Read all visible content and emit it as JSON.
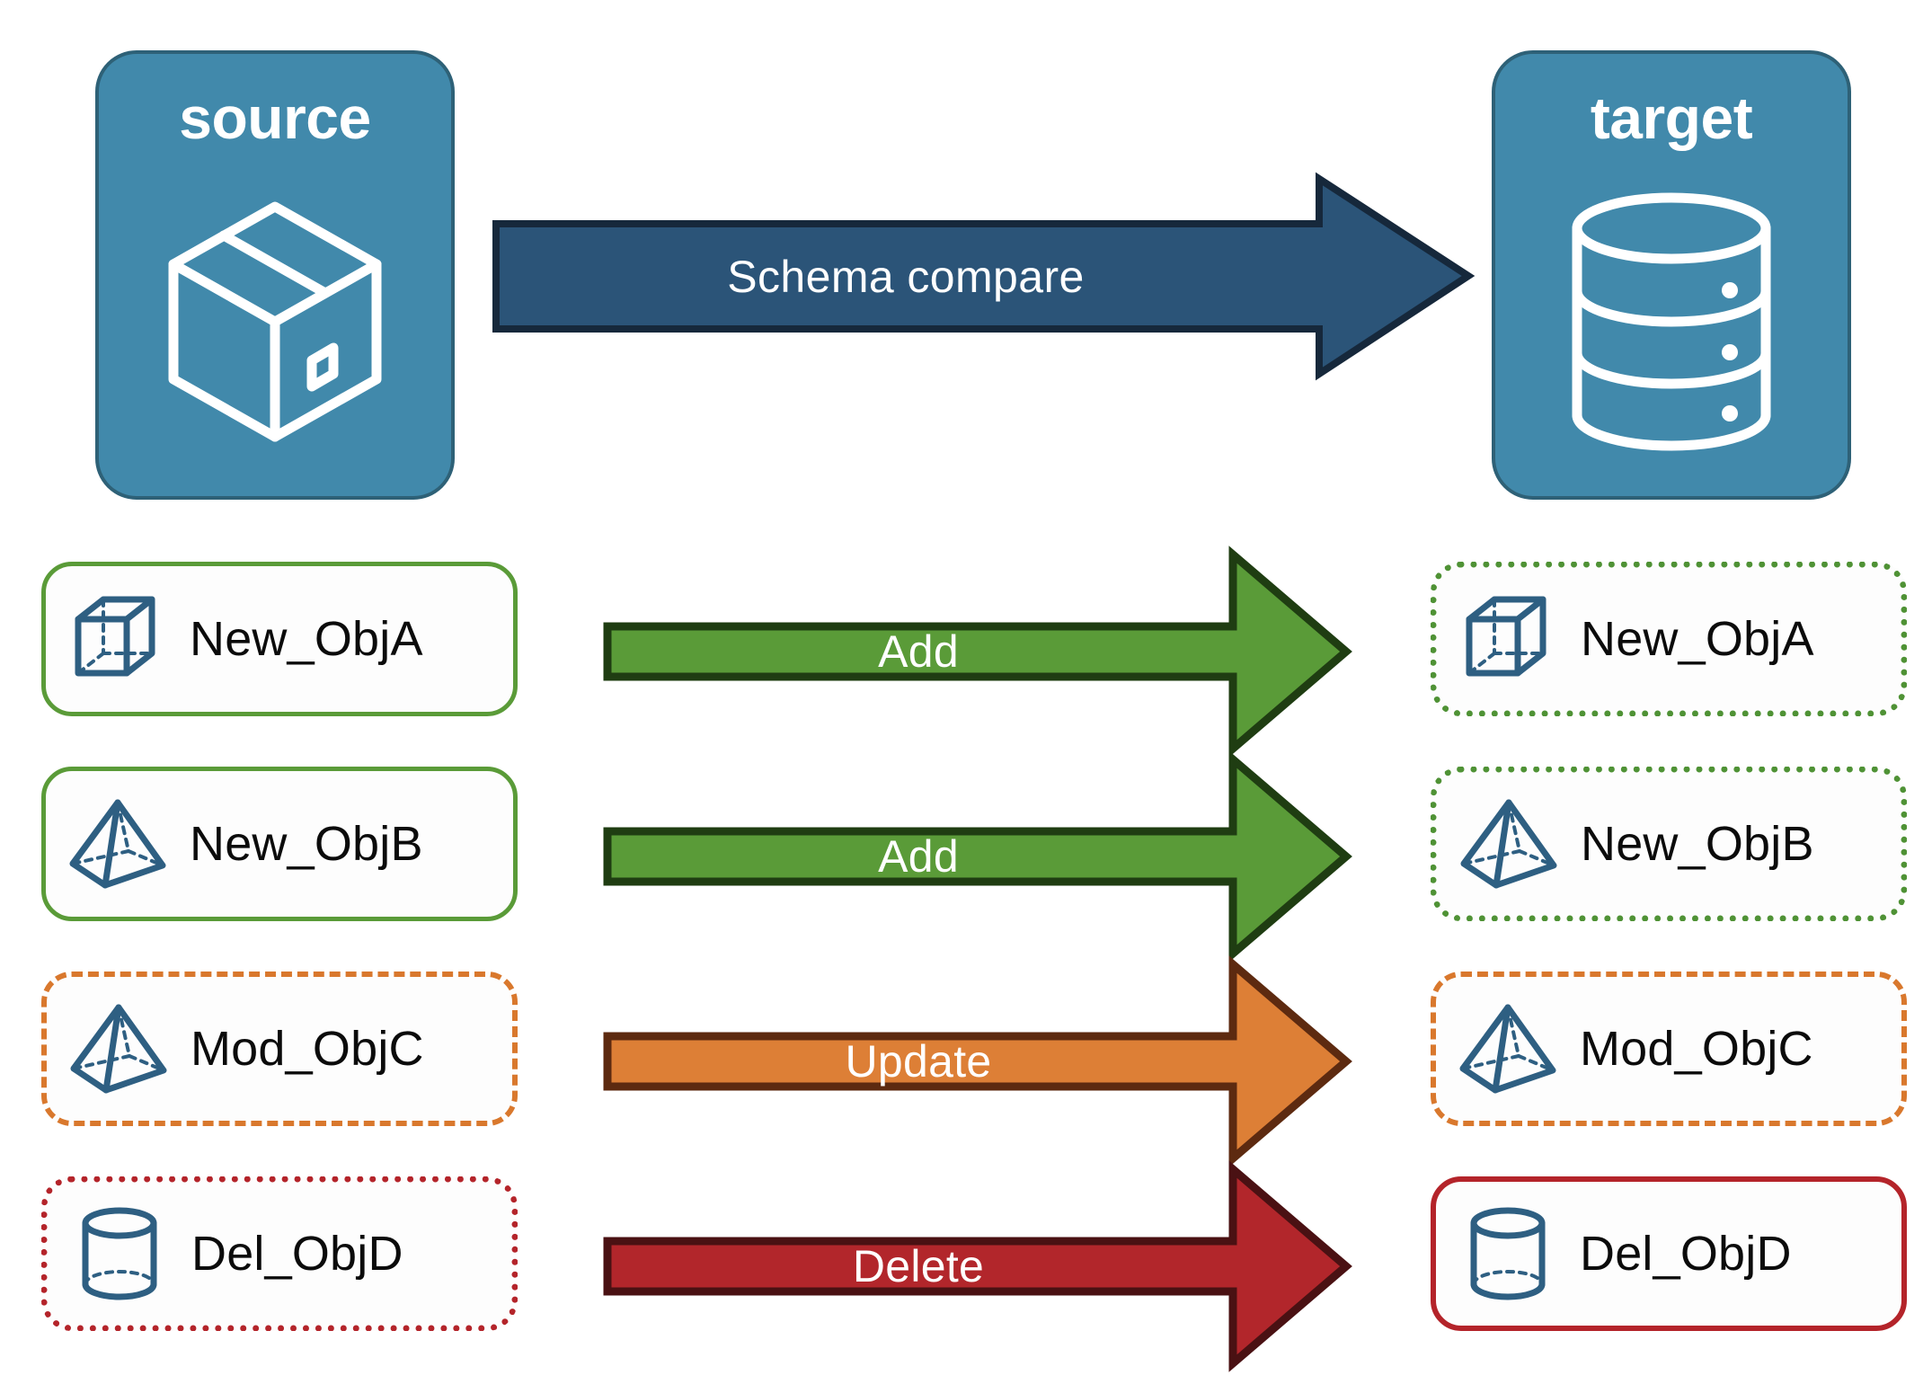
{
  "diagram": {
    "title": "Schema compare",
    "endpoints": [
      {
        "id": "source",
        "label": "source",
        "icon": "package-box-icon"
      },
      {
        "id": "target",
        "label": "target",
        "icon": "database-cylinder-icon"
      }
    ],
    "main_arrow": {
      "label": "Schema compare",
      "fill": "#2b5478",
      "stroke": "#16283b",
      "text_color": "#ffffff"
    },
    "rows": [
      {
        "source_label": "New_ObjA",
        "target_label": "New_ObjA",
        "action": "Add",
        "icon": "cube-wireframe-icon",
        "arrow_fill": "#5a9b38",
        "arrow_stroke": "#1f3d12",
        "source_border_style": "solid",
        "source_border_color": "#5a9b38",
        "target_border_style": "dotted",
        "target_border_color": "#4f9235"
      },
      {
        "source_label": "New_ObjB",
        "target_label": "New_ObjB",
        "action": "Add",
        "icon": "pyramid-wireframe-icon",
        "arrow_fill": "#5a9b38",
        "arrow_stroke": "#1f3d12",
        "source_border_style": "solid",
        "source_border_color": "#5a9b38",
        "target_border_style": "dotted",
        "target_border_color": "#4f9235"
      },
      {
        "source_label": "Mod_ObjC",
        "target_label": "Mod_ObjC",
        "action": "Update",
        "icon": "pyramid-wireframe-icon",
        "arrow_fill": "#dd7f36",
        "arrow_stroke": "#5d2a10",
        "source_border_style": "dashed",
        "source_border_color": "#d9782d",
        "target_border_style": "dashed",
        "target_border_color": "#d9782d"
      },
      {
        "source_label": "Del_ObjD",
        "target_label": "Del_ObjD",
        "action": "Delete",
        "icon": "cylinder-wireframe-icon",
        "arrow_fill": "#b2262b",
        "arrow_stroke": "#4a1113",
        "source_border_style": "dotted",
        "source_border_color": "#b4242a",
        "target_border_style": "solid",
        "target_border_color": "#b4242a"
      }
    ],
    "colors": {
      "endpoint_fill": "#4189ab",
      "endpoint_stroke": "#2e6177",
      "icon_blue": "#2e5f82",
      "background": "#ffffff",
      "label_text": "#0b0b0b"
    }
  }
}
